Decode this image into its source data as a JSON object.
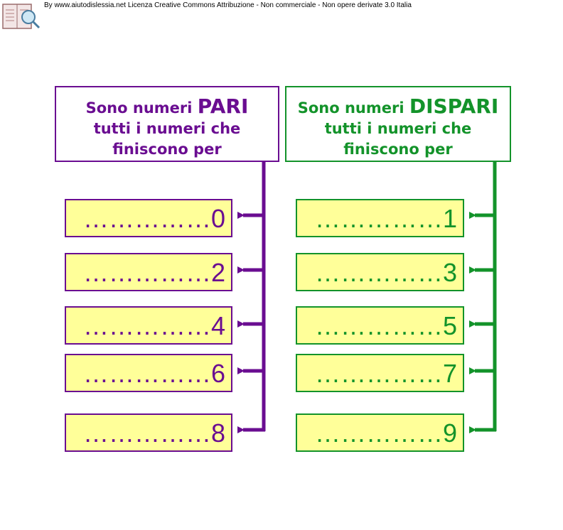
{
  "credit": "By www.aiutodislessia.net Licenza Creative Commons Attribuzione - Non commerciale - Non opere derivate 3.0 Italia",
  "left": {
    "line1_prefix": "Sono numeri ",
    "line1_big": "PARI",
    "line2": "tutti i numeri che",
    "line3": "finiscono per",
    "color": "#6a0d91",
    "items": [
      "……………0",
      "……………2",
      "……………4",
      "……………6",
      "……………8"
    ]
  },
  "right": {
    "line1_prefix": "Sono numeri ",
    "line1_big": "DISPARI",
    "line2": "tutti i numeri che",
    "line3": "finiscono per",
    "color": "#13932a",
    "items": [
      "……………1",
      "……………3",
      "……………5",
      "……………7",
      "……………9"
    ]
  },
  "box_color": "#ffff99"
}
